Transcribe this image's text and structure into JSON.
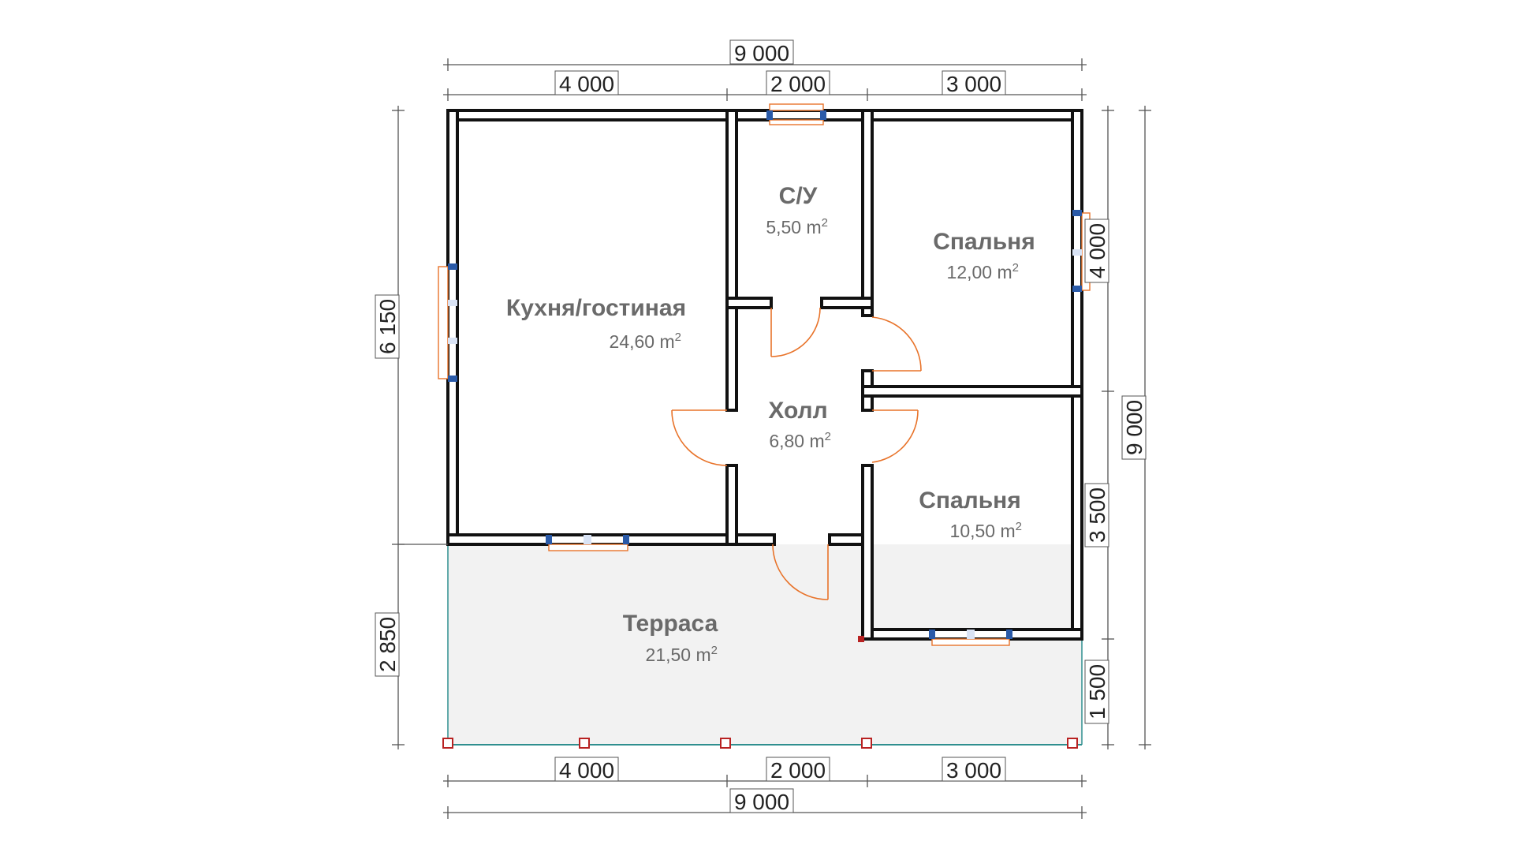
{
  "dimensions": {
    "top_total": "9 000",
    "top_seg1": "4 000",
    "top_seg2": "2 000",
    "top_seg3": "3 000",
    "bottom_seg1": "4 000",
    "bottom_seg2": "2 000",
    "bottom_seg3": "3 000",
    "bottom_total": "9 000",
    "left_upper": "6 150",
    "left_lower": "2 850",
    "right_seg1": "4 000",
    "right_seg2": "3 500",
    "right_seg3": "1 500",
    "right_total": "9 000"
  },
  "rooms": {
    "kitchen": {
      "name": "Кухня/гостиная",
      "area": "24,60 m",
      "unit_exp": "2"
    },
    "bathroom": {
      "name": "С/У",
      "area": "5,50 m",
      "unit_exp": "2"
    },
    "bedroom1": {
      "name": "Спальня",
      "area": "12,00 m",
      "unit_exp": "2"
    },
    "hall": {
      "name": "Холл",
      "area": "6,80 m",
      "unit_exp": "2"
    },
    "bedroom2": {
      "name": "Спальня",
      "area": "10,50 m",
      "unit_exp": "2"
    },
    "terrace": {
      "name": "Терраса",
      "area": "21,50 m",
      "unit_exp": "2"
    }
  },
  "colors": {
    "wall": "#111111",
    "terrace_fill": "#f2f2f2",
    "door": "#e8732a",
    "post": "#b82222",
    "room_text": "#6a6a6a"
  }
}
